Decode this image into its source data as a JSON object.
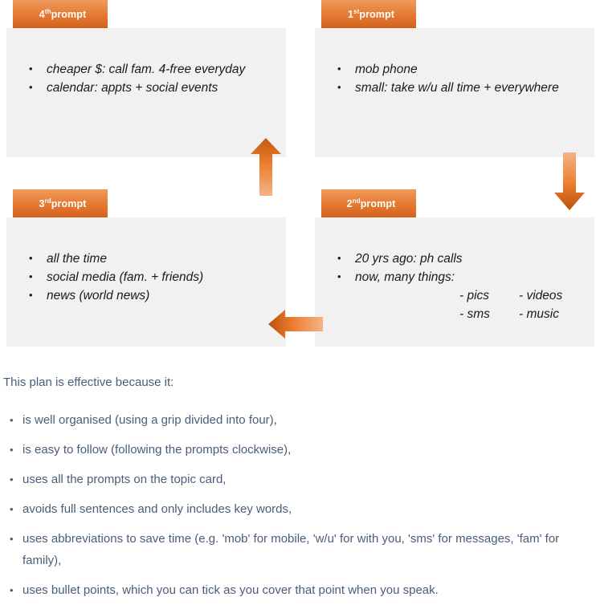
{
  "quadrants": [
    {
      "id": "fourth",
      "badge": {
        "ordinal_number": "4",
        "ordinal_suffix": "th",
        "label": "prompt"
      },
      "bullets": [
        "cheaper $: call fam. 4-free everyday",
        "calendar: appts + social events"
      ]
    },
    {
      "id": "first",
      "badge": {
        "ordinal_number": "1",
        "ordinal_suffix": "st",
        "label": " prompt"
      },
      "bullets": [
        "mob phone",
        "small: take w/u all time + everywhere"
      ]
    },
    {
      "id": "third",
      "badge": {
        "ordinal_number": "3",
        "ordinal_suffix": "rd",
        "label": " prompt"
      },
      "bullets": [
        "all the time",
        "social media (fam. + friends)",
        "news (world news)"
      ]
    },
    {
      "id": "second",
      "badge": {
        "ordinal_number": "2",
        "ordinal_suffix": "nd",
        "label": " prompt"
      },
      "bullets": [
        "20 yrs ago: ph calls",
        "now, many things:"
      ],
      "subitems": [
        {
          "left": "- pics",
          "right": "- videos"
        },
        {
          "left": "- sms",
          "right": "- music"
        }
      ]
    }
  ],
  "arrows": [
    {
      "name": "arrow-up",
      "direction": "up",
      "semantic": "flow-third-to-fourth"
    },
    {
      "name": "arrow-down",
      "direction": "down",
      "semantic": "flow-first-to-second"
    },
    {
      "name": "arrow-left",
      "direction": "left",
      "semantic": "flow-second-to-third"
    }
  ],
  "prose": {
    "intro": "This plan is effective because it:",
    "items": [
      "is well organised (using a grip divided into four),",
      "is easy to follow (following the prompts clockwise),",
      "uses all the prompts on the topic card,",
      "avoids full sentences and only includes key words,",
      "uses abbreviations to save time (e.g. 'mob' for mobile, 'w/u' for with you, 'sms' for messages, 'fam' for family),",
      "uses bullet points, which you can tick as you cover that point when you speak."
    ]
  },
  "colors": {
    "accent_dark": "#d4611b",
    "accent_mid": "#e8803a",
    "accent_light": "#f2a977",
    "panel_bg": "#f1f1f1",
    "prose_text": "#4a5d78",
    "panel_text": "#1a1a1a",
    "page_bg": "#ffffff"
  }
}
